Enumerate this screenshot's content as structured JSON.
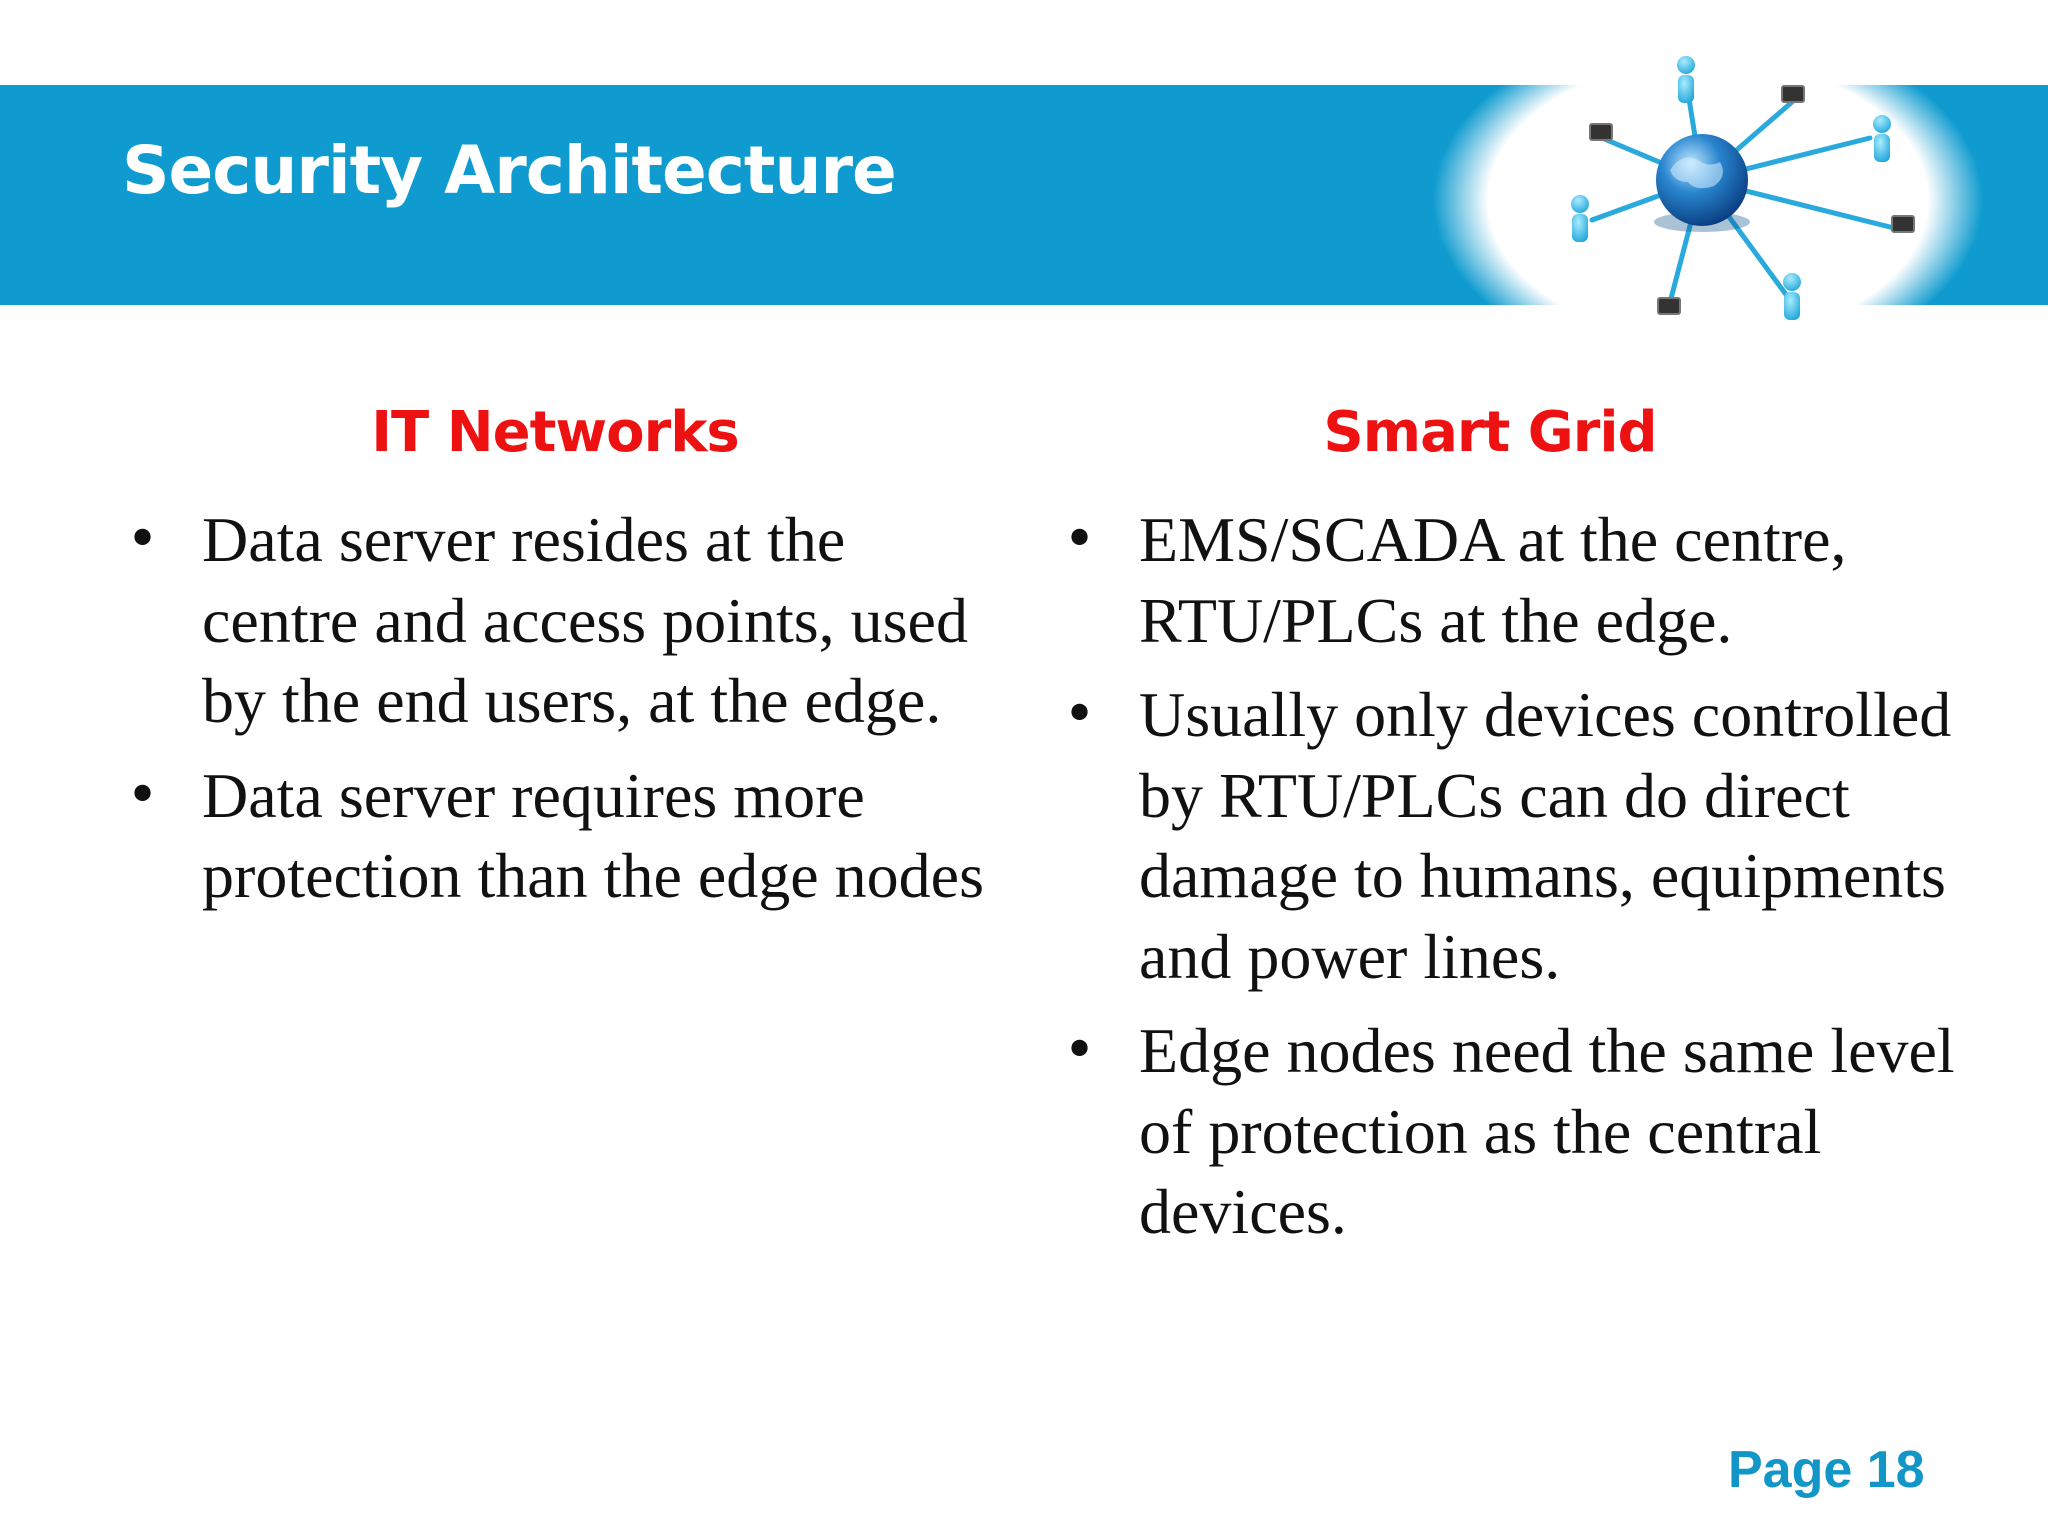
{
  "slide": {
    "title": "Security Architecture",
    "page_label": "Page 18",
    "colors": {
      "banner": "#0f9bcf",
      "heading": "#ee1111",
      "page_label": "#1296c8"
    },
    "graphic_icon": "network-globe-icon"
  },
  "columns": {
    "it": {
      "heading": "IT Networks",
      "bullets": [
        "Data server resides at the centre and access points, used by the end users, at the edge.",
        "Data server requires more protection than the edge nodes"
      ]
    },
    "sg": {
      "heading": "Smart Grid",
      "bullets": [
        "EMS/SCADA at the centre, RTU/PLCs at the edge.",
        "Usually only devices controlled by RTU/PLCs can do direct damage to humans, equipments and power lines.",
        "Edge nodes need the same level of protection as the central devices."
      ]
    }
  }
}
